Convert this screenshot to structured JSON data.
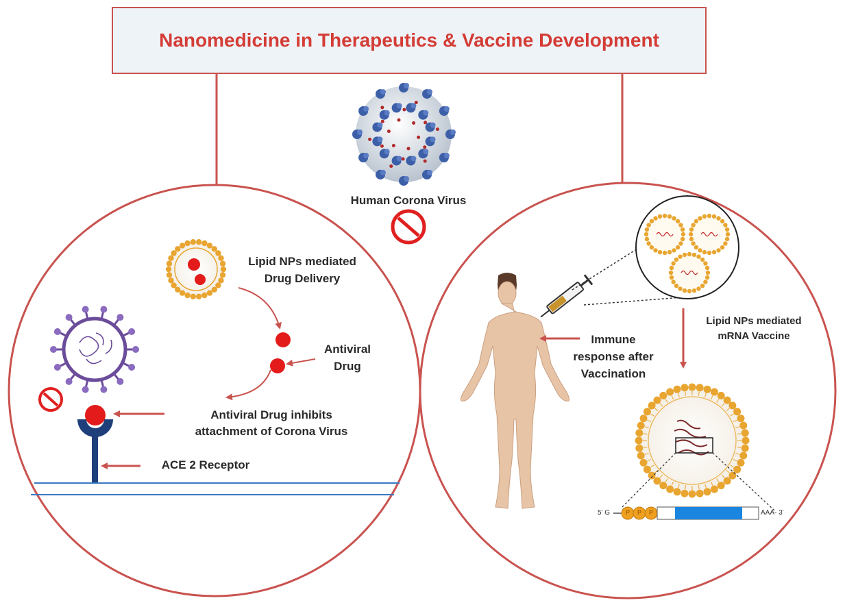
{
  "title": "Nanomedicine in Therapeutics & Vaccine Development",
  "center": {
    "virus_label": "Human Corona Virus"
  },
  "left_panel": {
    "lipid_np_label_1": "Lipid NPs  mediated",
    "lipid_np_label_2": "Drug Delivery",
    "antiviral_label_1": "Antiviral",
    "antiviral_label_2": "Drug",
    "inhibit_label_1": "Antiviral Drug inhibits",
    "inhibit_label_2": "attachment of Corona Virus",
    "receptor_label": "ACE 2 Receptor"
  },
  "right_panel": {
    "vaccine_label_1": "Lipid NPs  mediated",
    "vaccine_label_2": "mRNA Vaccine",
    "immune_label_1": "Immune",
    "immune_label_2": "response after",
    "immune_label_3": "Vaccination",
    "sequence": {
      "five_prime": "5' G",
      "phosphates": [
        "P",
        "P",
        "P"
      ],
      "three_prime": "AAA- 3'"
    }
  },
  "colors": {
    "accent_red": "#c9534f",
    "title_red": "#d43c36",
    "lipid_orange": "#e8a530",
    "drug_red": "#e31b1b",
    "receptor_blue": "#1f3f7a",
    "membrane_blue": "#3a78c2",
    "virus_blue": "#3c5fa8",
    "virus_purple": "#6b4c9a",
    "skin": "#e8c4a6"
  },
  "icons": [
    "corona-virus-icon",
    "no-entry-icon",
    "lipid-nanoparticle-icon",
    "syringe-icon",
    "human-body-icon",
    "ace2-receptor-icon"
  ]
}
